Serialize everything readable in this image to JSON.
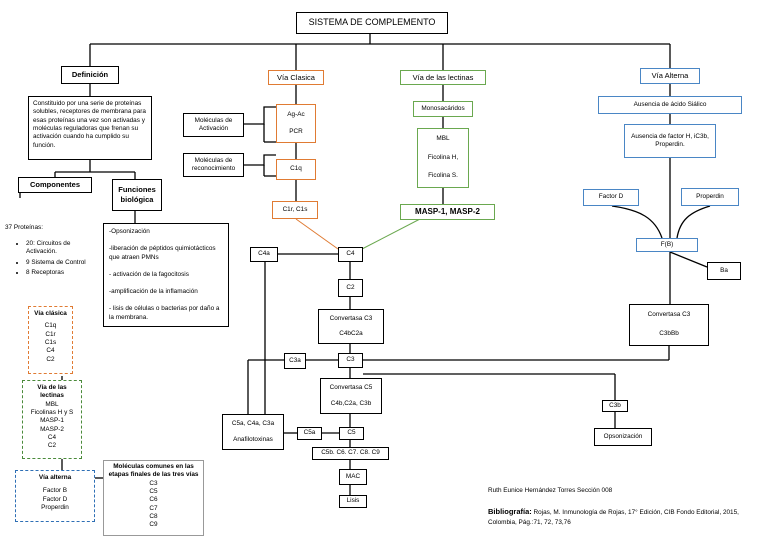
{
  "title": "SISTEMA  DE COMPLEMENTO",
  "definicion": {
    "heading": "Definición",
    "text": "Constituido por una serie de proteínas solubles, receptores de membrana para esas proteínas una vez son activadas y moléculas reguladoras que frenan su activación cuando ha cumplido su función."
  },
  "componentes": {
    "heading": "Componentes",
    "total": "37 Proteínas:",
    "items": [
      "20: Circuitos de Activación.",
      "9 Sistema de Control",
      "8 Receptoras"
    ]
  },
  "funciones": {
    "heading": "Funciones biológica",
    "items": [
      "-Opsonización",
      "-liberación de péptidos quimiotácticos que atraen PMNs",
      "- activación de la fagocitosis",
      "-amplificación de la inflamación",
      "- lisis de células o bacterias por daño a la membrana."
    ]
  },
  "via_clasica_list": {
    "heading": "Vía clásica",
    "items": [
      "C1q",
      "C1r",
      "C1s",
      "C4",
      "C2"
    ]
  },
  "via_lectinas_list": {
    "heading": "Vía de las lectinas",
    "items": [
      "MBL",
      "Ficolinas H y S",
      "MASP-1",
      "MASP-2",
      "C4",
      "C2"
    ]
  },
  "via_alterna_list": {
    "heading": "Vía alterna",
    "items": [
      "Factor B",
      "Factor D",
      "Properdin"
    ]
  },
  "moleculas_comunes": {
    "heading": "Moléculas comunes en las etapas finales de las tres vías",
    "items": [
      "C3",
      "C5",
      "C6",
      "C7",
      "C8",
      "C9"
    ]
  },
  "clasica": {
    "heading": "Vía Clasica",
    "ag_ac": "Ag-Ac",
    "pcr": "PCR",
    "c1q": "C1q",
    "c1r_c1s": "C1r, C1s",
    "moleculas_activacion": "Moléculas de Activación",
    "moleculas_reconocimiento": "Moléculas de reconocimiento"
  },
  "lectinas": {
    "heading": "Vía de las lectinas",
    "monosacaridos": "Monosacáridos",
    "mbl": "MBL",
    "ficolina_h": "Ficolina H,",
    "ficolina_s": "Ficolina S.",
    "masp": "MASP-1, MASP-2"
  },
  "alterna": {
    "heading": "Vía Alterna",
    "ausencia_sialico": "Ausencia de ácido Siálico",
    "ausencia_factor": "Ausencia de factor H, iC3b, Properdin.",
    "factor_d": "Factor D",
    "properdin": "Properdin",
    "fb": "F(B)",
    "ba": "Ba",
    "convertasa": "Convertasa C3",
    "c3bbb": "C3bBb"
  },
  "cascade": {
    "c4": "C4",
    "c4a": "C4a",
    "c2": "C2",
    "convertasa_c3": "Convertasa C3",
    "c4bc2a": "C4bC2a",
    "c3": "C3",
    "c3a": "C3a",
    "c3b": "C3b",
    "opsonizacion": "Opsonización",
    "convertasa_c5": "Convertasa C5",
    "c4b_c2a_c3b": "C4b,C2a, C3b",
    "anafilotoxinas_top": "C5a, C4a, C3a",
    "anafilotoxinas": "Anafilotoxinas",
    "c5a": "C5a",
    "c5": "C5",
    "c5b_chain": "C5b. C6. C7. C8. C9",
    "mac": "MAC",
    "lisis": "Lisis"
  },
  "author": "Ruth Eunice Hernández Torres   Sección 008",
  "bibliografia_label": "Bibliografía:",
  "bibliografia_text": " Rojas, M. Inmunología de Rojas, 17° Edición, CIB Fondo Editorial, 2015, Colombia, Pág.:71, 72, 73,76",
  "colors": {
    "orange": "#e07b33",
    "green": "#6aa84f",
    "blue": "#4a86c5",
    "line": "#000000"
  }
}
